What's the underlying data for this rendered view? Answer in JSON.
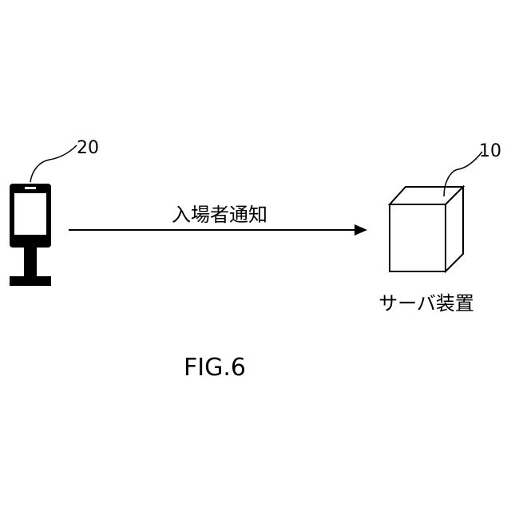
{
  "diagram": {
    "terminal_ref": "20",
    "server_ref": "10",
    "arrow_label": "入場者通知",
    "server_label": "サーバ装置",
    "figure_caption": "FIG.6"
  }
}
